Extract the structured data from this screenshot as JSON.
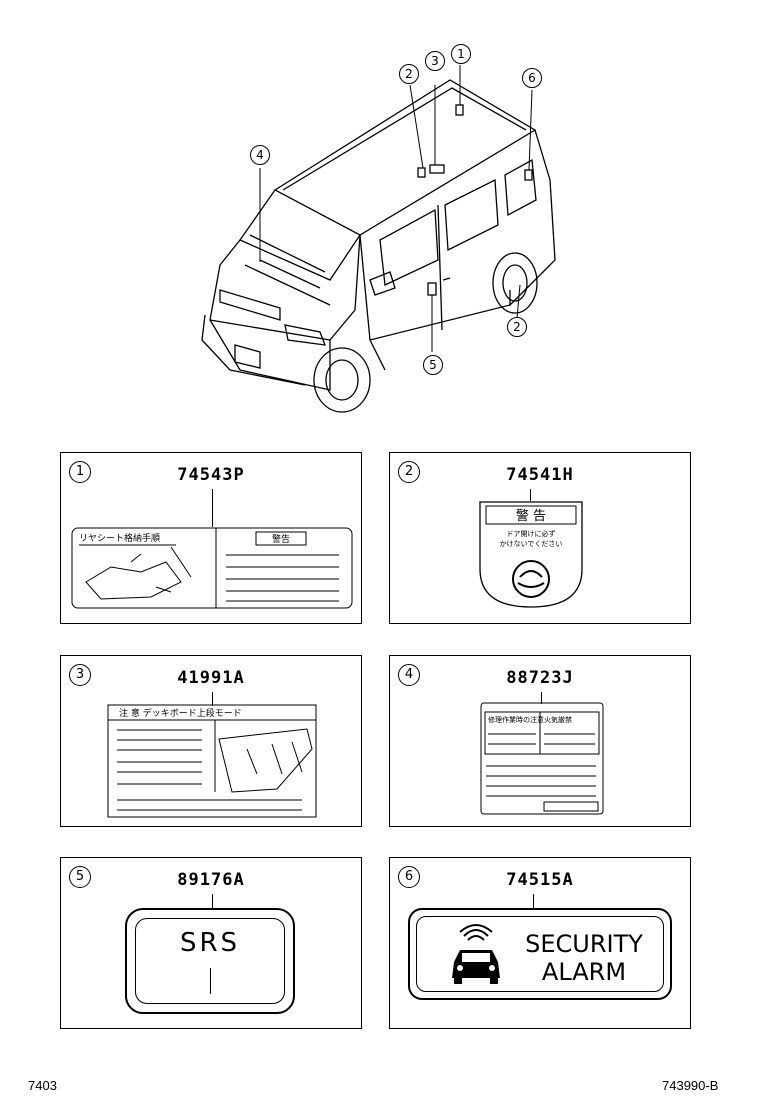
{
  "callouts": {
    "c1": "1",
    "c2a": "2",
    "c3": "3",
    "c6": "6",
    "c4": "4",
    "c2b": "2",
    "c5": "5"
  },
  "panels": [
    {
      "index": "1",
      "part_number": "74543P",
      "label_header_left": "リヤシート格納手順",
      "label_header_right": "警告"
    },
    {
      "index": "2",
      "part_number": "74541H",
      "label_title": "警 告",
      "label_line1": "ドア開けに必ず",
      "label_line2": "かけないでください"
    },
    {
      "index": "3",
      "part_number": "41991A",
      "label_header": "注 意 デッキボード上段モード"
    },
    {
      "index": "4",
      "part_number": "88723J",
      "label_header_left": "修理作業時の注意",
      "label_header_right": "火気厳禁"
    },
    {
      "index": "5",
      "part_number": "89176A",
      "label_text": "SRS"
    },
    {
      "index": "6",
      "part_number": "74515A",
      "label_line1": "SECURITY",
      "label_line2": "ALARM"
    }
  ],
  "footer": {
    "left": "7403",
    "right": "743990-B"
  }
}
